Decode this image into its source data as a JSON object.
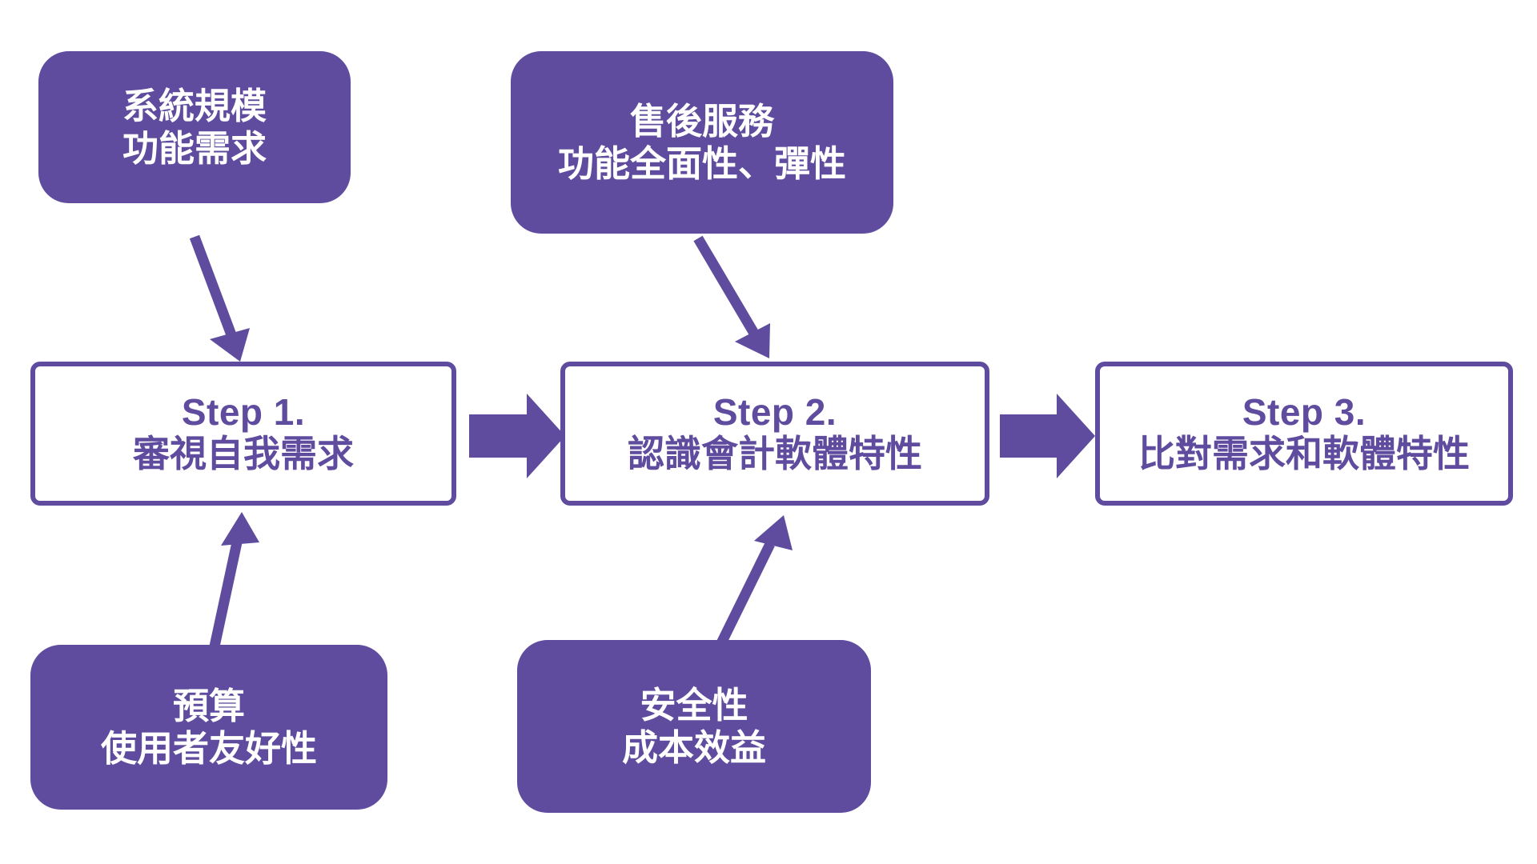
{
  "diagram": {
    "type": "flowchart",
    "accent_color": "#5F4C9E",
    "background_color": "#FFFFFF",
    "step_text_color": "#5F4C9E",
    "card_text_color": "#FFFFFF"
  },
  "steps": [
    {
      "id": "step1",
      "title": "Step 1.",
      "subtitle": "審視自我需求"
    },
    {
      "id": "step2",
      "title": "Step 2.",
      "subtitle": "認識會計軟體特性"
    },
    {
      "id": "step3",
      "title": "Step 3.",
      "subtitle": "比對需求和軟體特性"
    }
  ],
  "cards": [
    {
      "id": "card-top-left",
      "line1": "系統規模",
      "line2": "功能需求",
      "points_to": "step1"
    },
    {
      "id": "card-top-middle",
      "line1": "售後服務",
      "line2": "功能全面性、彈性",
      "points_to": "step2"
    },
    {
      "id": "card-bottom-left",
      "line1": "預算",
      "line2": "使用者友好性",
      "points_to": "step1"
    },
    {
      "id": "card-bottom-middle",
      "line1": "安全性",
      "line2": "成本效益",
      "points_to": "step2"
    }
  ],
  "connectors": [
    {
      "id": "block-arrow-1-2",
      "from": "step1",
      "to": "step2",
      "style": "block-arrow-right"
    },
    {
      "id": "block-arrow-2-3",
      "from": "step2",
      "to": "step3",
      "style": "block-arrow-right"
    },
    {
      "id": "line-arrow-top-left",
      "from": "card-top-left",
      "to": "step1",
      "style": "thin-arrow-down"
    },
    {
      "id": "line-arrow-top-middle",
      "from": "card-top-middle",
      "to": "step2",
      "style": "thin-arrow-down"
    },
    {
      "id": "line-arrow-bottom-left",
      "from": "card-bottom-left",
      "to": "step1",
      "style": "thin-arrow-up"
    },
    {
      "id": "line-arrow-bottom-middle",
      "from": "card-bottom-middle",
      "to": "step2",
      "style": "thin-arrow-up"
    }
  ]
}
